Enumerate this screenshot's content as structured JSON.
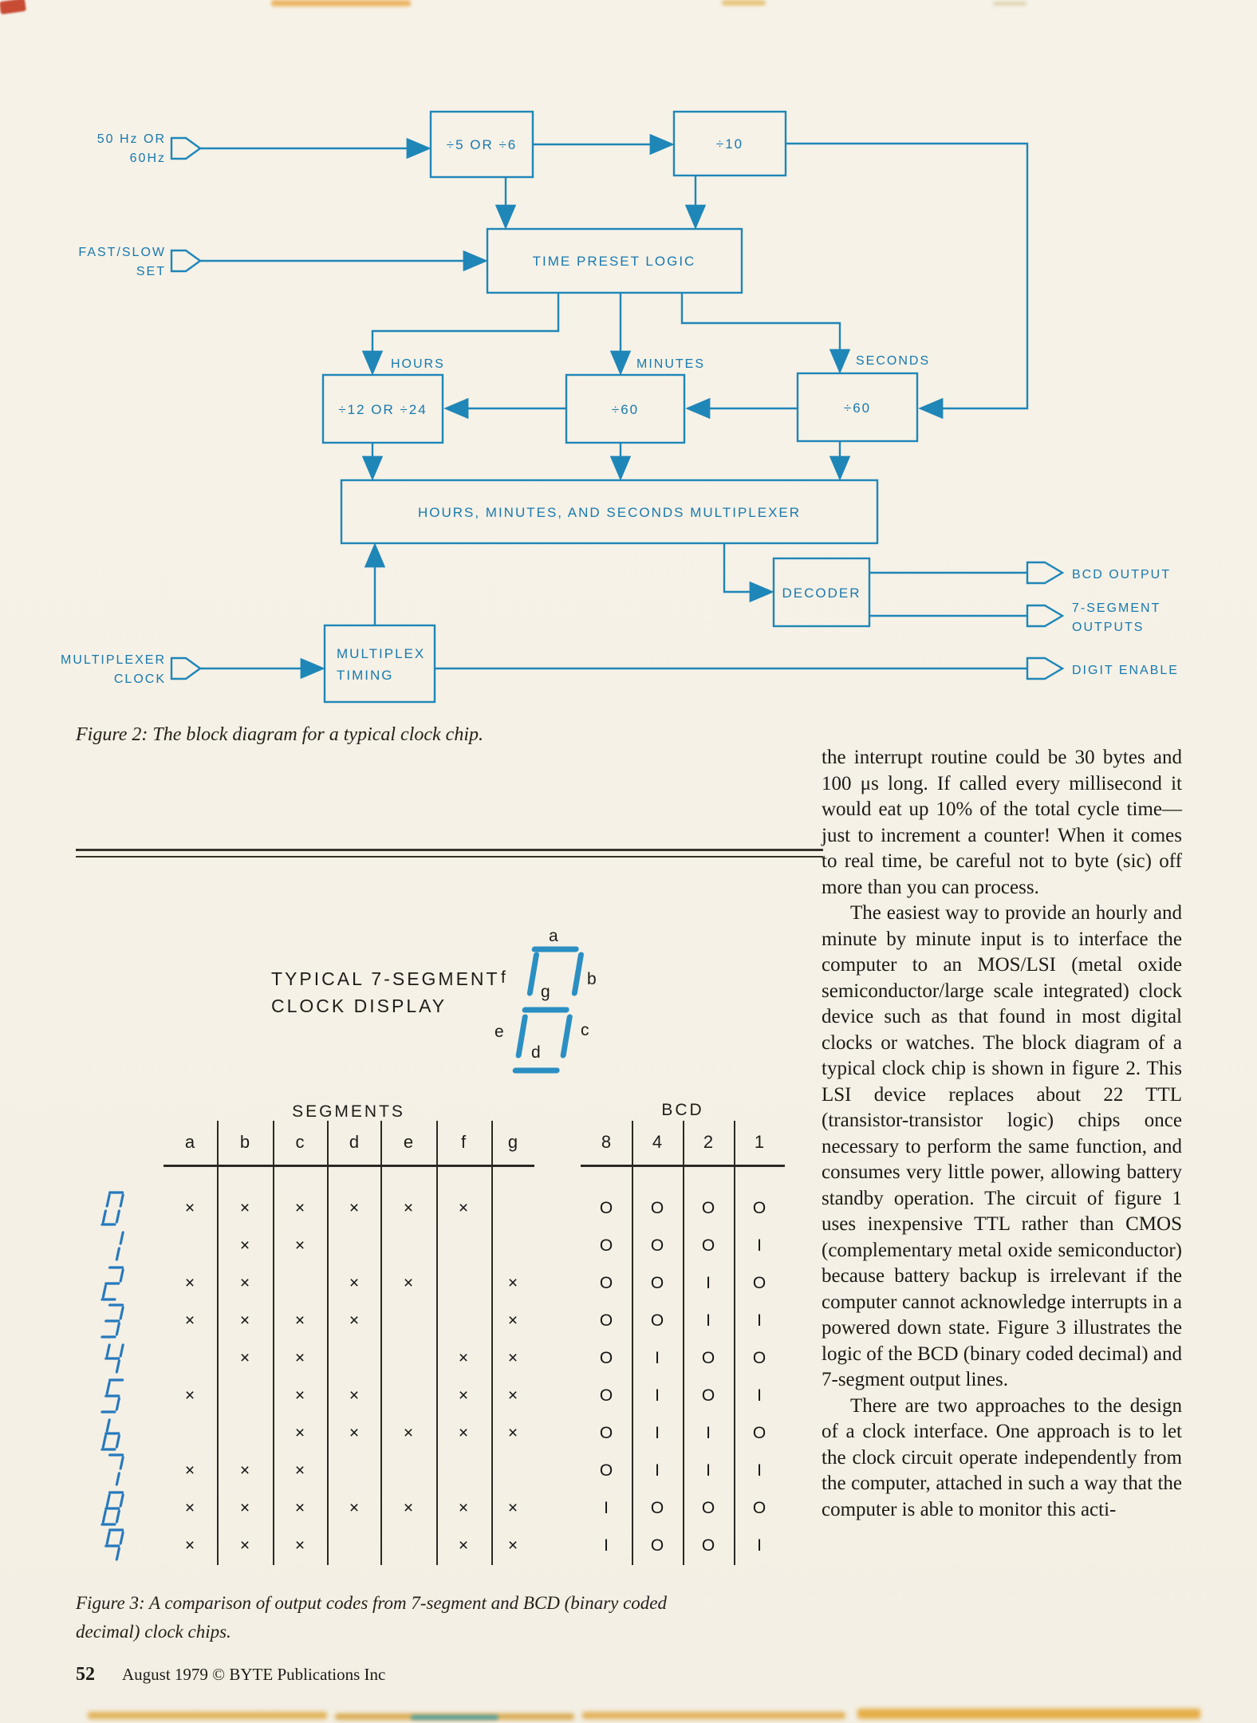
{
  "colors": {
    "diagram_blue": "#1f86b8",
    "diagram_text_blue": "#1879ae",
    "segment_blue": "#2b8fc3",
    "digit_blue": "#2779bd",
    "ink": "#1e1c19",
    "paper": "#f5f1e7"
  },
  "figure2": {
    "caption": "Figure 2: The block diagram for a typical clock chip.",
    "inputs": {
      "freq": [
        "50 Hz OR",
        "60Hz"
      ],
      "fastslow": [
        "FAST/SLOW",
        "SET"
      ],
      "muxclock": [
        "MULTIPLEXER",
        "CLOCK"
      ]
    },
    "boxes": {
      "div5or6": "÷5 OR ÷6",
      "div10": "÷10",
      "time_preset": "TIME PRESET LOGIC",
      "hours_divider": "÷12 OR ÷24",
      "minutes_divider": "÷60",
      "seconds_divider": "÷60",
      "multiplexer": "HOURS, MINUTES, AND SECONDS MULTIPLEXER",
      "decoder": "DECODER",
      "multiplex_timing": [
        "MULTIPLEX",
        "TIMING"
      ]
    },
    "branch_labels": {
      "hours": "HOURS",
      "minutes": "MINUTES",
      "seconds": "SECONDS"
    },
    "outputs": {
      "bcd": "BCD OUTPUT",
      "seg7": [
        "7-SEGMENT",
        "OUTPUTS"
      ],
      "digit_enable": "DIGIT ENABLE"
    }
  },
  "figure3": {
    "display_label": [
      "TYPICAL 7-SEGMENT",
      "CLOCK DISPLAY"
    ],
    "segments_header": "SEGMENTS",
    "bcd_header": "BCD",
    "segment_columns": [
      "a",
      "b",
      "c",
      "d",
      "e",
      "f",
      "g"
    ],
    "bcd_columns": [
      "8",
      "4",
      "2",
      "1"
    ],
    "x_mark": "×",
    "bit_glyphs": {
      "0": "O",
      "1": "I"
    },
    "rows": [
      {
        "digit": "0",
        "segments": "abcdef",
        "bcd": "0000"
      },
      {
        "digit": "1",
        "segments": "bc",
        "bcd": "0001"
      },
      {
        "digit": "2",
        "segments": "abdeg",
        "bcd": "0010"
      },
      {
        "digit": "3",
        "segments": "abcdg",
        "bcd": "0011"
      },
      {
        "digit": "4",
        "segments": "bcfg",
        "bcd": "0100"
      },
      {
        "digit": "5",
        "segments": "acdfg",
        "bcd": "0101"
      },
      {
        "digit": "6",
        "segments": "cdefg",
        "bcd": "0110"
      },
      {
        "digit": "7",
        "segments": "abc",
        "bcd": "0111"
      },
      {
        "digit": "8",
        "segments": "abcdefg",
        "bcd": "1000"
      },
      {
        "digit": "9",
        "segments": "abcfg",
        "bcd": "1001"
      }
    ],
    "caption_lines": [
      "Figure 3: A comparison of output codes from 7-segment and BCD (binary coded",
      "decimal) clock chips."
    ]
  },
  "article": {
    "paragraphs": [
      "the interrupt routine could be 30 bytes and 100 μs long. If called every millisecond it would eat up 10% of the total cycle time—just to increment a counter! When it comes to real time, be careful not to byte (sic) off more than you can process.",
      "The easiest way to provide an hourly and minute by minute input is to interface the computer to an MOS/LSI (metal oxide semiconductor/large scale integrated) clock device such as that found in most digital clocks or watches. The block diagram of a typical clock chip is shown in figure 2. This LSI device replaces about 22 TTL (transistor-transistor logic) chips once necessary to perform the same function, and consumes very little power, allowing battery standby operation. The circuit of figure 1 uses inexpensive TTL rather than CMOS (complementary metal oxide semiconductor) because battery backup is irrelevant if the computer cannot acknowledge interrupts in a powered down state. Figure 3 illustrates the logic of the BCD (binary coded decimal) and 7-segment output lines.",
      "There are two approaches to the design of a clock interface. One approach is to let the clock circuit operate independently from the computer, attached in such a way that the computer is able to monitor this acti-"
    ]
  },
  "footer": {
    "page_number": "52",
    "text": "August 1979 © BYTE Publications Inc"
  }
}
